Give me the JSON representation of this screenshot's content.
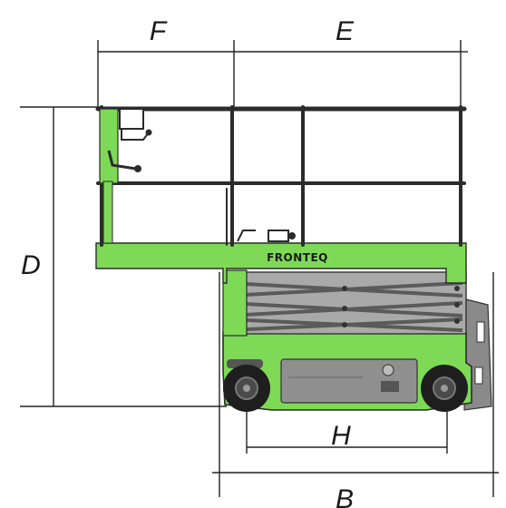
{
  "diagram": {
    "dimension_labels": {
      "F": "F",
      "E": "E",
      "D": "D",
      "H": "H",
      "B": "B"
    },
    "brand_label": "FRONTEQ",
    "colors": {
      "machine_green": "#7ed957",
      "frame_dark": "#2b2b2b",
      "scissor_grey": "#9a9a9a",
      "line": "#222222",
      "panel_grey": "#8a8a8a"
    }
  }
}
